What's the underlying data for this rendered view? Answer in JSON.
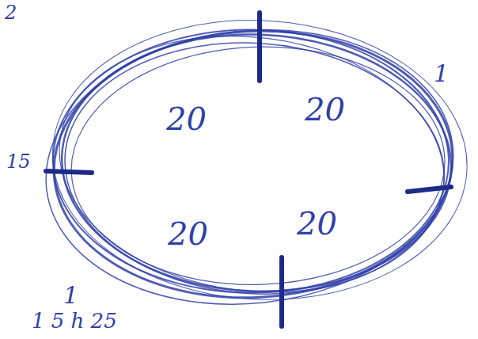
{
  "diagram": {
    "nodes": [
      {
        "text": [
          "20",
          "20",
          "20",
          "20"
        ]
      }
    ],
    "labels": [
      "2",
      "1",
      "15",
      "1",
      "1 5 h 25"
    ]
  }
}
